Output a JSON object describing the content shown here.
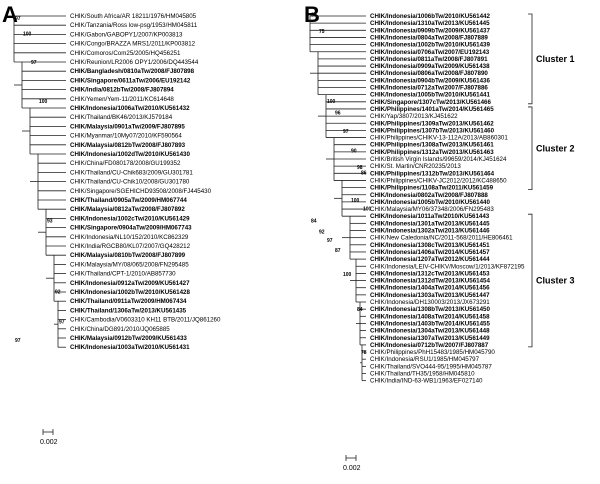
{
  "panels": [
    {
      "letter": "A",
      "scale_label": "0.002",
      "leaves": [
        {
          "label": "CHIK/South Africa/AR 18211/1976/HM045805",
          "bold": false
        },
        {
          "label": "CHIK/Tanzania/Ross low-psg/1953/HM045811",
          "bold": false
        },
        {
          "label": "CHIK/Gabon/GABOPY1/2007/KP003813",
          "bold": false
        },
        {
          "label": "CHIK/Congo/BRAZZA MRS1/2011/KP003812",
          "bold": false
        },
        {
          "label": "CHIK/Comoros/Com25/2005/HQ456251",
          "bold": false
        },
        {
          "label": "CHIK/Reunion/LR2006 OPY1/2006/DQ443544",
          "bold": false
        },
        {
          "label": "CHIK/Bangladesh/0810aTw/2008/FJ807898",
          "bold": true
        },
        {
          "label": "CHIK/Singapore/0611aTw/2006/EU192142",
          "bold": true
        },
        {
          "label": "CHIK/India/0812bTw/2008/FJ807894",
          "bold": true
        },
        {
          "label": "CHIK/Yemen/Yem-11/2011/KC614648",
          "bold": false
        },
        {
          "label": "CHIK/Indonesia/1006aTw/2010/KU561432",
          "bold": true
        },
        {
          "label": "CHIK/Thailand/BK46/2013/KJ579184",
          "bold": false
        },
        {
          "label": "CHIK/Malaysia/0901aTw/2009/FJ807895",
          "bold": true
        },
        {
          "label": "CHIK/Myanmar/10My07/2010/KF590564",
          "bold": false
        },
        {
          "label": "CHIK/Malaysia/0812bTw/2008/FJ807893",
          "bold": true
        },
        {
          "label": "CHIK/Indonesia/1002dTw/2010/KU561430",
          "bold": true
        },
        {
          "label": "CHIK/China/FD080178/2008/GU199352",
          "bold": false
        },
        {
          "label": "CHIK/Thailand/CU-Chik683/2009/GU301781",
          "bold": false
        },
        {
          "label": "CHIK/Thailand/CU-Chik10/2008/GU301780",
          "bold": false
        },
        {
          "label": "CHIK/Singapore/SGEHICHD93508/2008/FJ445430",
          "bold": false
        },
        {
          "label": "CHIK/Thailand/0905aTw/2009/HM067744",
          "bold": true
        },
        {
          "label": "CHIK/Malaysia/0812aTw/2008/FJ807892",
          "bold": true
        },
        {
          "label": "CHIK/Indonesia/1002cTw/2010/KU561429",
          "bold": true
        },
        {
          "label": "CHIK/Singapore/0904aTw/2009/HM067743",
          "bold": true
        },
        {
          "label": "CHIK/Indonesia/NL10/152/2010/KC862329",
          "bold": false
        },
        {
          "label": "CHIK/India/RGCB80/KL07/2007/GQ428212",
          "bold": false
        },
        {
          "label": "CHIK/Malaysia/0810bTw/2008/FJ807899",
          "bold": true
        },
        {
          "label": "CHIK/Malaysia/MY/08/065/2008/FN295485",
          "bold": false
        },
        {
          "label": "CHIK/Thailand/CPT-1/2010/AB857730",
          "bold": false
        },
        {
          "label": "CHIK/Indonesia/0912aTw/2009/KU561427",
          "bold": true
        },
        {
          "label": "CHIK/Indonesia/1002bTw/2010/KU561428",
          "bold": true
        },
        {
          "label": "CHIK/Thailand/0911aTw/2009/HM067434",
          "bold": true
        },
        {
          "label": "CHIK/Thailand/1306aTw/2013/KU561435",
          "bold": true
        },
        {
          "label": "CHIK/Cambodia/V0603310 KH11 BTB/2011/JQ861260",
          "bold": false
        },
        {
          "label": "CHIK/China/DG891/2010/JQ065885",
          "bold": false
        },
        {
          "label": "CHIK/Malaysia/0912bTw/2009/KU561433",
          "bold": true
        },
        {
          "label": "CHIK/Indonesia/1003aTw/2010/KU561431",
          "bold": true
        }
      ],
      "bootstraps": [
        {
          "value": "97",
          "leaf": 0.6
        },
        {
          "value": "100",
          "leaf": 2.3
        },
        {
          "value": "97",
          "leaf": 5.4
        },
        {
          "value": "100",
          "leaf": 9.6
        },
        {
          "value": "93",
          "leaf": 22.6
        },
        {
          "value": "92",
          "leaf": 30.3
        },
        {
          "value": "97",
          "leaf": 33.6
        },
        {
          "value": "97",
          "leaf": 35.6
        }
      ]
    },
    {
      "letter": "B",
      "scale_label": "0.002",
      "leaves": [
        {
          "label": "CHIK/Indonesia/1006bTw/2010/KU561442",
          "bold": true
        },
        {
          "label": "CHIK/Indonesia/1310aTw/2013/KU561445",
          "bold": true
        },
        {
          "label": "CHIK/Indonesia/0909bTw/2009/KU561437",
          "bold": true
        },
        {
          "label": "CHIK/Indonesia/0804aTw/2008/FJ807889",
          "bold": true
        },
        {
          "label": "CHIK/Indonesia/1002bTw/2010/KU561439",
          "bold": true
        },
        {
          "label": "CHIK/Indonesia/0706aTw/2007/EU192143",
          "bold": true
        },
        {
          "label": "CHIK/Indonesia/0811aTw/2008/FJ807891",
          "bold": true
        },
        {
          "label": "CHIK/Indonesia/0909aTw/2009/KU561438",
          "bold": true
        },
        {
          "label": "CHIK/Indonesia/0806aTw/2008/FJ807890",
          "bold": true
        },
        {
          "label": "CHIK/Indonesia/0904bTw/2009/KU561436",
          "bold": true
        },
        {
          "label": "CHIK/Indonesia/0712aTw/2007/FJ807886",
          "bold": true
        },
        {
          "label": "CHIK/Indonesia/1005bTw/2010/KU561441",
          "bold": true
        },
        {
          "label": "CHIK/Singapore/1307cTw/2013/KU561466",
          "bold": true
        },
        {
          "label": "CHIK/Philippines/1401aTw/2014/KU561465",
          "bold": true
        },
        {
          "label": "CHIK/Yap/3807/2013/KJ451622",
          "bold": false
        },
        {
          "label": "CHIK/Philippines/1309aTw/2013/KU561462",
          "bold": true
        },
        {
          "label": "CHIK/Philippines/1307bTw/2013/KU561460",
          "bold": true
        },
        {
          "label": "CHIK/Philippines/CHIKV-13-112A/2013/AB860301",
          "bold": false
        },
        {
          "label": "CHIK/Philippines/1308aTw/2013/KU561461",
          "bold": true
        },
        {
          "label": "CHIK/Philippines/1312aTw/2013/KU561463",
          "bold": true
        },
        {
          "label": "CHIK/British Virgin Islands/99659/2014/KJ451624",
          "bold": false
        },
        {
          "label": "CHIK/St. Martin/CNR20235/2013",
          "bold": false
        },
        {
          "label": "CHIK/Philippines/1312bTw/2013/KU561464",
          "bold": true
        },
        {
          "label": "CHIK/Philippines/CHIKV-JC2012/2012/KC488650",
          "bold": false
        },
        {
          "label": "CHIK/Philippines/1108aTw/2011/KU561459",
          "bold": true
        },
        {
          "label": "CHIK/Indonesia/0802aTw/2008/FJ807888",
          "bold": true
        },
        {
          "label": "CHIK/Indonesia/1005bTw/2010/KU561440",
          "bold": true
        },
        {
          "label": "CHIK/Malaysia/MY06/37348/2006/FN295483",
          "bold": false
        },
        {
          "label": "CHIK/Indonesia/1011aTw/2010/KU561443",
          "bold": true
        },
        {
          "label": "CHIK/Indonesia/1301aTw/2013/KU561445",
          "bold": true
        },
        {
          "label": "CHIK/Indonesia/1302aTw/2013/KU561446",
          "bold": true
        },
        {
          "label": "CHIK/New Caledonia/NC/2011-568/2011/HE806461",
          "bold": false
        },
        {
          "label": "CHIK/Indonesia/1308cTw/2013/KU561451",
          "bold": true
        },
        {
          "label": "CHIK/Indonesia/1406aTw/2014/KU561457",
          "bold": true
        },
        {
          "label": "CHIK/Indonesia/1207aTw/2012/KU561444",
          "bold": true
        },
        {
          "label": "CHIK/Indonesia/LEIV-CHIKV/Moscow/1/2013/KF872195",
          "bold": false
        },
        {
          "label": "CHIK/Indonesia/1312cTw/2013/KU561453",
          "bold": true
        },
        {
          "label": "CHIK/Indonesia/1312dTw/2013/KU561454",
          "bold": true
        },
        {
          "label": "CHIK/Indonesia/1404aTw/2014/KU561456",
          "bold": true
        },
        {
          "label": "CHIK/Indonesia/1303aTw/2013/KU561447",
          "bold": true
        },
        {
          "label": "CHIK/Indonesia/DH130003/2013/JX673291",
          "bold": false
        },
        {
          "label": "CHIK/Indonesia/1308bTw/2013/KU561450",
          "bold": true
        },
        {
          "label": "CHIK/Indonesia/1408aTw/2014/KU561458",
          "bold": true
        },
        {
          "label": "CHIK/Indonesia/1403bTw/2014/KU561455",
          "bold": true
        },
        {
          "label": "CHIK/Indonesia/1304aTw/2013/KU561448",
          "bold": true
        },
        {
          "label": "CHIK/Indonesia/1307aTw/2013/KU561449",
          "bold": true
        },
        {
          "label": "CHIK/Indonesia/0712bTw/2007/FJ807887",
          "bold": true
        },
        {
          "label": "CHIK/Philippines/PhH15483/1985/HM045790",
          "bold": false
        },
        {
          "label": "CHIK/Indonesia/RSU1/1985/HM045797",
          "bold": false
        },
        {
          "label": "CHIK/Thailand/SVO444-95/1995/HM045787",
          "bold": false
        },
        {
          "label": "CHIK/Thailand/TH35/1958/HM045810",
          "bold": false
        },
        {
          "label": "CHIK/India/IND-63-WB1/1963/EF027140",
          "bold": false
        }
      ],
      "bootstraps": [
        {
          "value": "99",
          "leaf": 0.3
        },
        {
          "value": "75",
          "leaf": 2.6
        },
        {
          "value": "100",
          "leaf": 12.4
        },
        {
          "value": "96",
          "leaf": 14.0
        },
        {
          "value": "97",
          "leaf": 16.6
        },
        {
          "value": "90",
          "leaf": 19.3
        },
        {
          "value": "98",
          "leaf": 21.6
        },
        {
          "value": "86",
          "leaf": 22.4
        },
        {
          "value": "100",
          "leaf": 27.4
        },
        {
          "value": "84",
          "leaf": 29.1
        },
        {
          "value": "92",
          "leaf": 30.6
        },
        {
          "value": "97",
          "leaf": 31.8
        },
        {
          "value": "87",
          "leaf": 33.2
        },
        {
          "value": "100",
          "leaf": 36.6
        },
        {
          "value": "100",
          "leaf": 26.2
        },
        {
          "value": "84",
          "leaf": 41.5
        },
        {
          "value": "78",
          "leaf": 47.5
        }
      ],
      "clusters": [
        {
          "label": "Cluster 1",
          "from": 0,
          "to": 12
        },
        {
          "label": "Cluster 2",
          "from": 13,
          "to": 24
        },
        {
          "label": "Cluster 3",
          "from": 28,
          "to": 46
        }
      ]
    }
  ]
}
